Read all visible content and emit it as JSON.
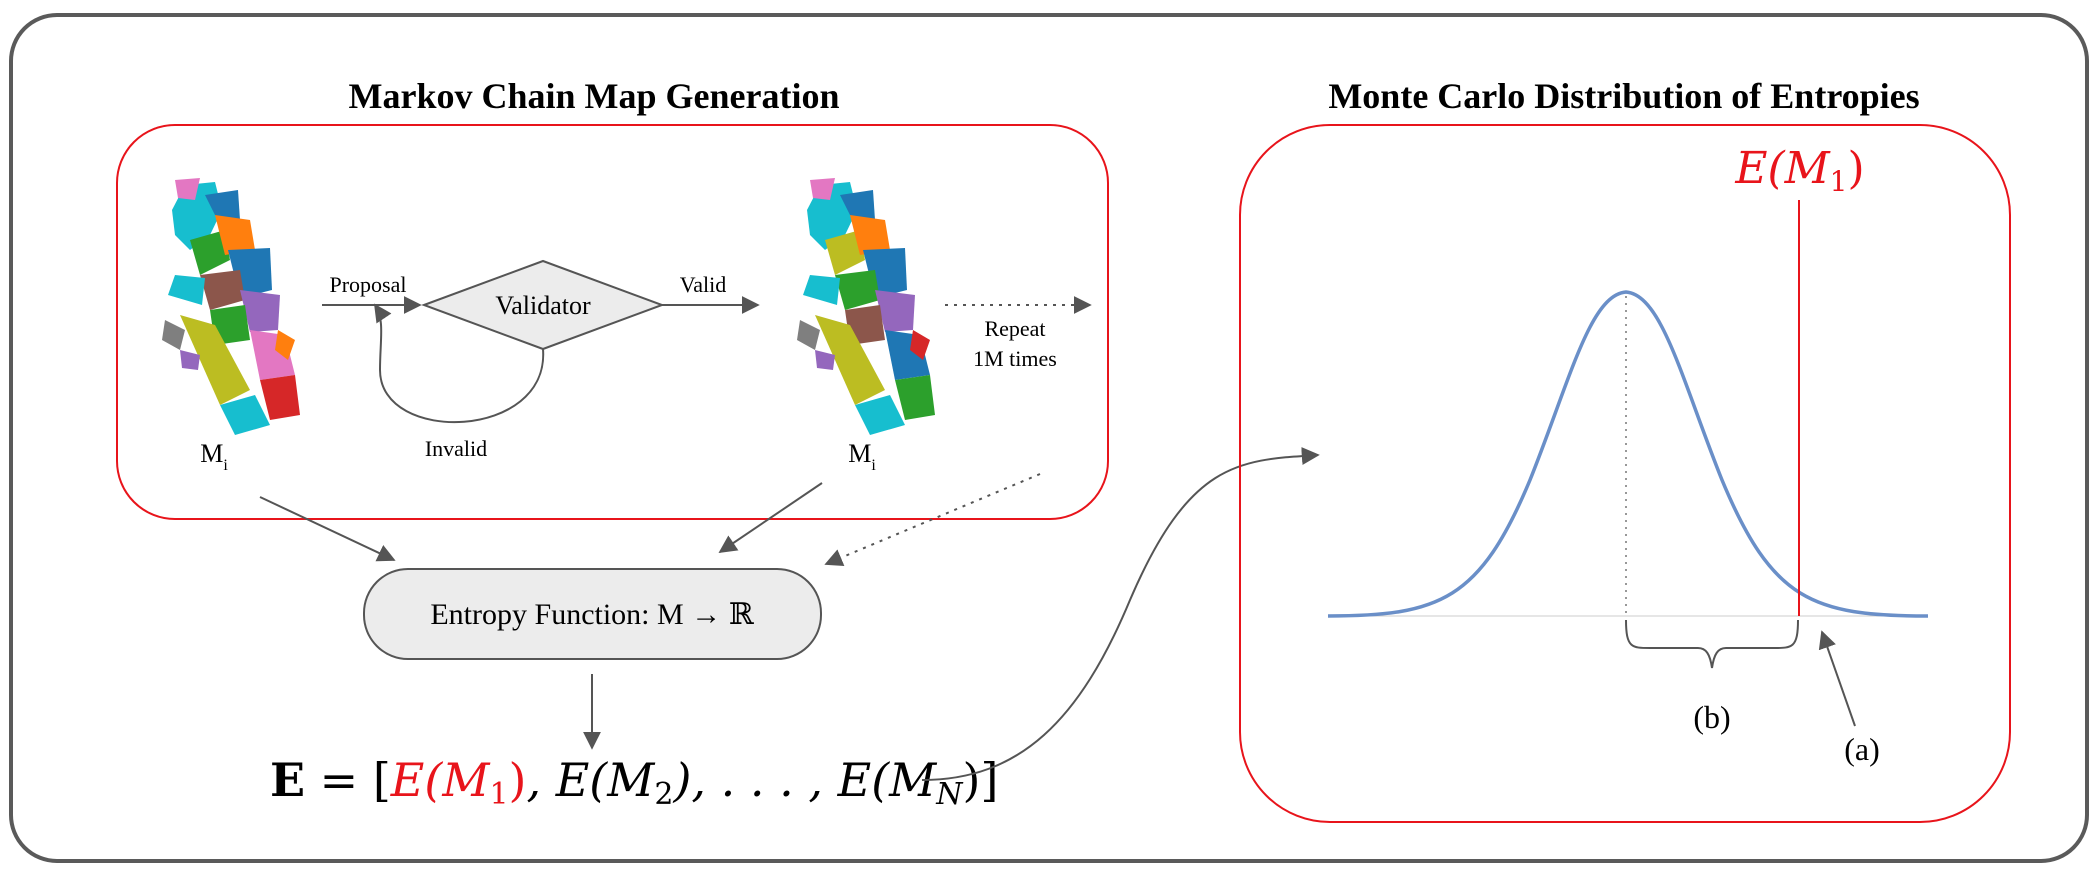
{
  "left_panel": {
    "title": "Markov Chain Map Generation",
    "proposal_label": "Proposal",
    "validator_label": "Validator",
    "valid_label": "Valid",
    "invalid_label": "Invalid",
    "repeat_label_line1": "Repeat",
    "repeat_label_line2": "1M times",
    "map_label_base": "M",
    "map_label_sub": "i"
  },
  "entropy_function": {
    "label": "Entropy Function: M → ℝ"
  },
  "formula": {
    "bold_E": "E",
    "equals": " = [",
    "first_term": "E(M",
    "first_sub": "1",
    "first_close": ")",
    "rest_a": ", E(M",
    "rest_a_sub": "2",
    "rest_b": "), . . . , E(M",
    "rest_b_sub": "N",
    "rest_c": ")]"
  },
  "right_panel": {
    "title": "Monte Carlo Distribution of Entropies",
    "marker_label": "E(M",
    "marker_sub": "1",
    "marker_close": ")",
    "label_a": "(a)",
    "label_b": "(b)"
  },
  "colors": {
    "highlight_red": "#e8141b",
    "curve_blue": "#6a8fc8",
    "arrow_gray": "#555555",
    "box_fill": "#ececec",
    "frame": "#5a5a5a"
  }
}
